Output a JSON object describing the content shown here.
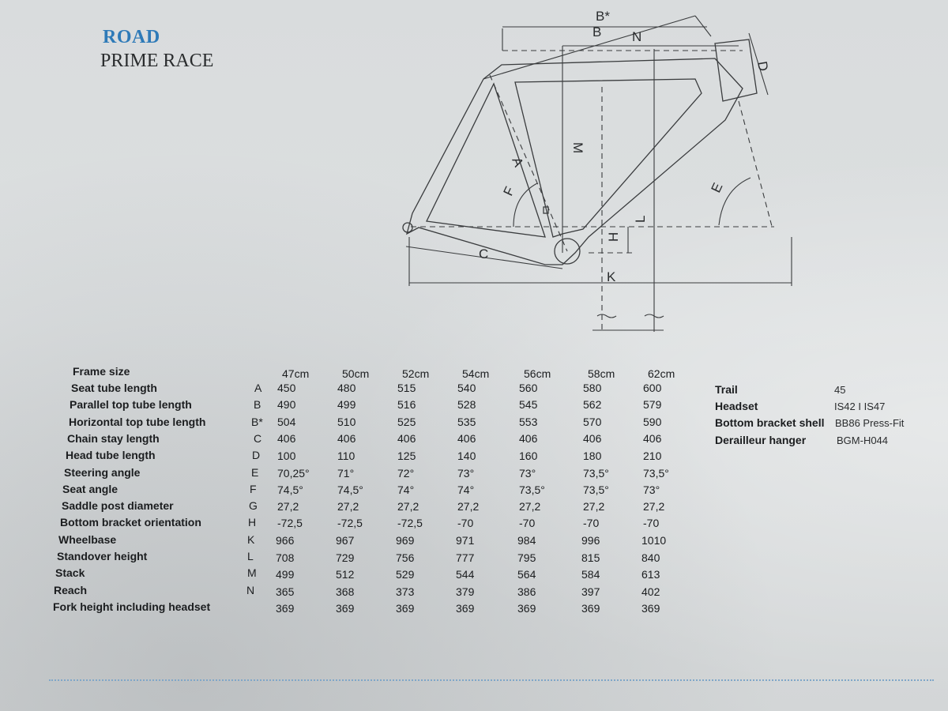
{
  "header": {
    "category": "ROAD",
    "model": "PRIME RACE"
  },
  "diagram_labels": [
    "A",
    "B",
    "B*",
    "C",
    "D",
    "E",
    "F",
    "H",
    "K",
    "L",
    "M",
    "N"
  ],
  "table": {
    "header_label": "Frame size",
    "sizes": [
      "47cm",
      "50cm",
      "52cm",
      "54cm",
      "56cm",
      "58cm",
      "62cm"
    ],
    "rows": [
      {
        "label": "Seat tube length",
        "code": "A",
        "values": [
          "450",
          "480",
          "515",
          "540",
          "560",
          "580",
          "600"
        ]
      },
      {
        "label": "Parallel top tube length",
        "code": "B",
        "values": [
          "490",
          "499",
          "516",
          "528",
          "545",
          "562",
          "579"
        ]
      },
      {
        "label": "Horizontal top tube length",
        "code": "B*",
        "values": [
          "504",
          "510",
          "525",
          "535",
          "553",
          "570",
          "590"
        ]
      },
      {
        "label": "Chain stay length",
        "code": "C",
        "values": [
          "406",
          "406",
          "406",
          "406",
          "406",
          "406",
          "406"
        ]
      },
      {
        "label": "Head tube length",
        "code": "D",
        "values": [
          "100",
          "110",
          "125",
          "140",
          "160",
          "180",
          "210"
        ]
      },
      {
        "label": "Steering angle",
        "code": "E",
        "values": [
          "70,25°",
          "71°",
          "72°",
          "73°",
          "73°",
          "73,5°",
          "73,5°"
        ]
      },
      {
        "label": "Seat angle",
        "code": "F",
        "values": [
          "74,5°",
          "74,5°",
          "74°",
          "74°",
          "73,5°",
          "73,5°",
          "73°"
        ]
      },
      {
        "label": "Saddle post diameter",
        "code": "G",
        "values": [
          "27,2",
          "27,2",
          "27,2",
          "27,2",
          "27,2",
          "27,2",
          "27,2"
        ]
      },
      {
        "label": "Bottom bracket orientation",
        "code": "H",
        "values": [
          "-72,5",
          "-72,5",
          "-72,5",
          "-70",
          "-70",
          "-70",
          "-70"
        ]
      },
      {
        "label": "Wheelbase",
        "code": "K",
        "values": [
          "966",
          "967",
          "969",
          "971",
          "984",
          "996",
          "1010"
        ]
      },
      {
        "label": "Standover height",
        "code": "L",
        "values": [
          "708",
          "729",
          "756",
          "777",
          "795",
          "815",
          "840"
        ]
      },
      {
        "label": "Stack",
        "code": "M",
        "values": [
          "499",
          "512",
          "529",
          "544",
          "564",
          "584",
          "613"
        ]
      },
      {
        "label": "Reach",
        "code": "N",
        "values": [
          "365",
          "368",
          "373",
          "379",
          "386",
          "397",
          "402"
        ]
      },
      {
        "label": "Fork height including headset",
        "code": "",
        "values": [
          "369",
          "369",
          "369",
          "369",
          "369",
          "369",
          "369"
        ]
      }
    ]
  },
  "extras": [
    {
      "label": "Trail",
      "value": "45"
    },
    {
      "label": "Headset",
      "value": "IS42 I IS47"
    },
    {
      "label": "Bottom bracket shell",
      "value": "BB86 Press-Fit"
    },
    {
      "label": "Derailleur hanger",
      "value": "BGM-H044"
    }
  ]
}
